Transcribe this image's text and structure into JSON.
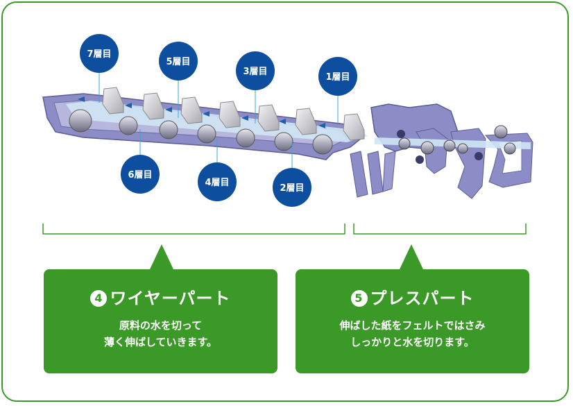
{
  "layers": [
    "7層目",
    "6層目",
    "5層目",
    "4層目",
    "3層目",
    "2層目",
    "1層目"
  ],
  "wire_part": {
    "number": "4",
    "title": "ワイヤーパート",
    "desc_line1": "原料の水を切って",
    "desc_line2": "薄く伸ばしていきます。"
  },
  "press_part": {
    "number": "5",
    "title": "プレスパート",
    "desc_line1": "伸ばした紙をフェルトではさみ",
    "desc_line2": "しっかりと水を切ります。"
  },
  "colors": {
    "accent_green": "#3b9a27",
    "label_blue": "#0d4f9e",
    "machine_purple": "#8585c2",
    "sheet_blue": "#cfe6f5"
  }
}
